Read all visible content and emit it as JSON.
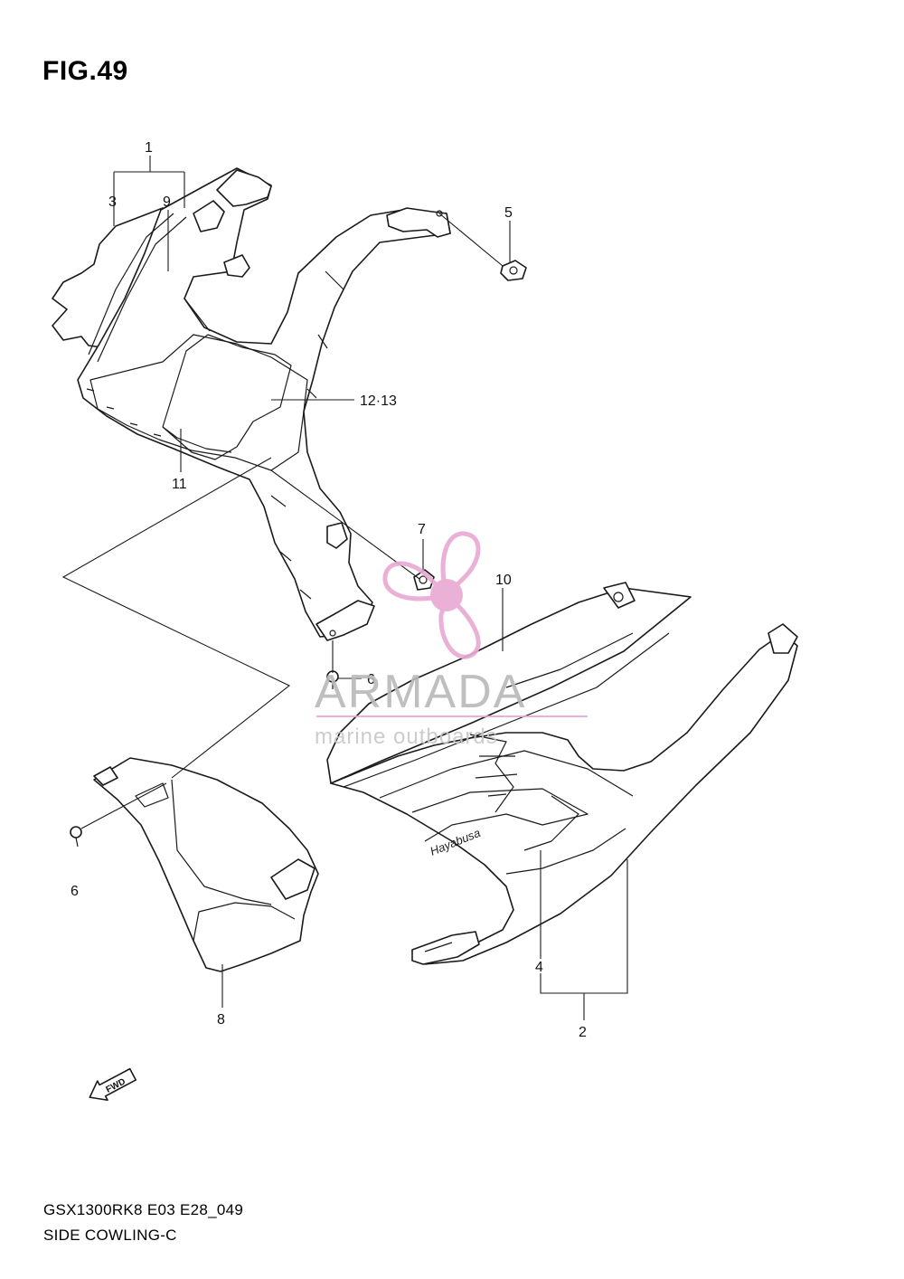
{
  "figure": {
    "title": "FIG.49",
    "model_code": "GSX1300RK8 E03 E28_049",
    "section_name": "SIDE COWLING-C"
  },
  "callouts": [
    {
      "id": "c1",
      "label": "1"
    },
    {
      "id": "c3",
      "label": "3"
    },
    {
      "id": "c9",
      "label": "9"
    },
    {
      "id": "c5",
      "label": "5"
    },
    {
      "id": "c12",
      "label": "12·13"
    },
    {
      "id": "c11",
      "label": "11"
    },
    {
      "id": "c7",
      "label": "7"
    },
    {
      "id": "c10",
      "label": "10"
    },
    {
      "id": "c6a",
      "label": "6"
    },
    {
      "id": "c6b",
      "label": "6"
    },
    {
      "id": "c8",
      "label": "8"
    },
    {
      "id": "c4",
      "label": "4"
    },
    {
      "id": "c2",
      "label": "2"
    }
  ],
  "fwd_marker": "FWD",
  "decal": "Hayabusa",
  "watermark": {
    "brand": "ARMADA",
    "tagline": "marine outboards",
    "accent_color": "#e9a8d2"
  }
}
